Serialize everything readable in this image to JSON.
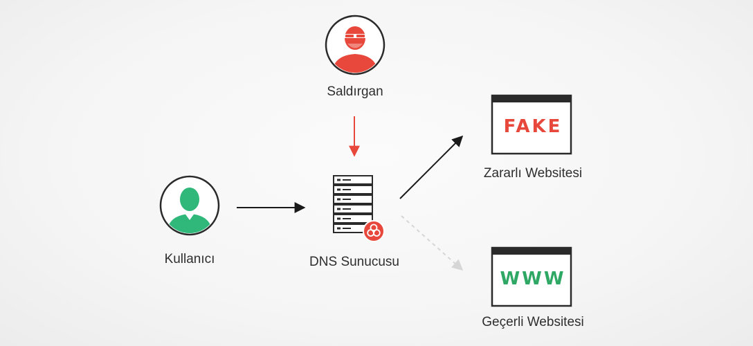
{
  "labels": {
    "attacker": "Saldırgan",
    "user": "Kullanıcı",
    "dns_server": "DNS Sunucusu",
    "malicious_site": "Zararlı Websitesi",
    "valid_site": "Geçerli Websitesi"
  },
  "browsers": {
    "fake": {
      "text": "FAKE",
      "color": "#e8483b"
    },
    "valid": {
      "text": "WWW",
      "color": "#2fa866"
    }
  },
  "colors": {
    "attacker": "#e8483b",
    "user": "#2fb87a",
    "hazard": "#e8483b",
    "outline": "#2a2a2a",
    "arrow": "#1a1a1a",
    "dashed_arrow": "#d6d6d6"
  },
  "icons": {
    "attacker": "attacker-icon",
    "user": "user-icon",
    "server": "server-icon",
    "hazard": "biohazard-icon",
    "fake_site": "browser-window-icon",
    "valid_site": "browser-window-icon"
  }
}
